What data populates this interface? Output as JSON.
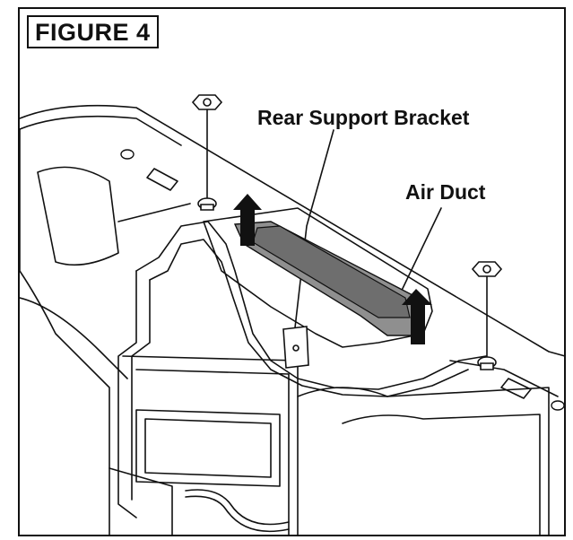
{
  "figure": {
    "label": "FIGURE 4"
  },
  "callouts": {
    "rear_support_bracket": "Rear Support Bracket",
    "air_duct": "Air Duct"
  },
  "colors": {
    "line": "#111111",
    "background": "#ffffff",
    "duct_shade": "#8f8f8f",
    "duct_dark": "#6e6e6e",
    "arrow": "#111111"
  },
  "icons": [
    "bolt-icon",
    "up-arrow-icon"
  ]
}
